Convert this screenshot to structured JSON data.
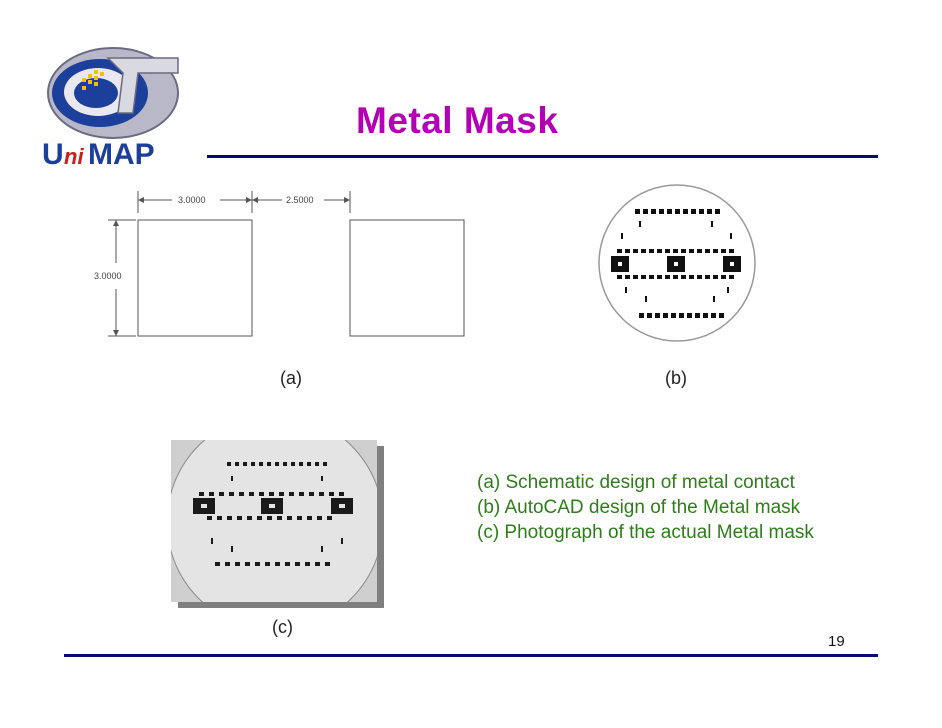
{
  "slide": {
    "title": "Metal Mask",
    "logo_text": "UniMAP",
    "page_number": "19"
  },
  "figure_a": {
    "dim_width": "3.0000",
    "dim_gap": "2.5000",
    "dim_height": "3.0000",
    "label": "(a)"
  },
  "figure_b": {
    "label": "(b)"
  },
  "figure_c": {
    "label": "(c)"
  },
  "captions": [
    "(a) Schematic design of metal contact",
    "(b) AutoCAD design of the Metal mask",
    "(c) Photograph of the actual Metal mask"
  ],
  "colors": {
    "title": "#b400b4",
    "caption": "#2e7d1a",
    "rule": "#0a0a6e",
    "logo_blue": "#1b3f9a",
    "logo_red": "#d11b1b"
  }
}
